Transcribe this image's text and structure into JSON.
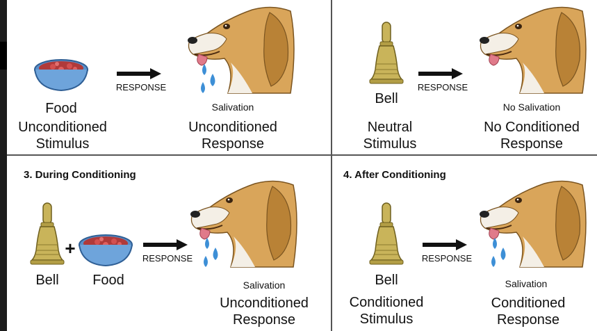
{
  "panels": {
    "p1": {
      "stimulus_name": "Food",
      "stimulus_type": "Unconditioned\nStimulus",
      "arrow_label": "RESPONSE",
      "response_name": "Salivation",
      "response_type": "Unconditioned\nResponse"
    },
    "p2": {
      "stimulus_name": "Bell",
      "stimulus_type": "Neutral\nStimulus",
      "arrow_label": "RESPONSE",
      "response_name": "No Salivation",
      "response_type": "No Conditioned\nResponse"
    },
    "p3": {
      "title": "3. During Conditioning",
      "bell_label": "Bell",
      "food_label": "Food",
      "plus": "+",
      "arrow_label": "RESPONSE",
      "response_name": "Salivation",
      "response_type": "Unconditioned\nResponse"
    },
    "p4": {
      "title": "4. After Conditioning",
      "stimulus_name": "Bell",
      "stimulus_type": "Conditioned\nStimulus",
      "arrow_label": "RESPONSE",
      "response_name": "Salivation",
      "response_type": "Conditioned\nResponse"
    }
  },
  "colors": {
    "dog_fur": "#d9a55a",
    "dog_fur_dark": "#b98236",
    "dog_white": "#f4efe6",
    "bell_gold": "#c9b45a",
    "bowl_blue": "#5a8fc9",
    "food_red": "#c0392b",
    "saliva_blue": "#3d8fd6",
    "divider": "#555555"
  }
}
